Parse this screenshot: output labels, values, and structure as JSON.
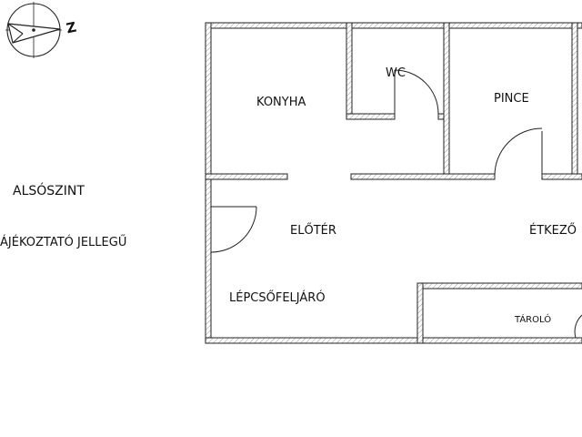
{
  "compass": {
    "letter": "Z",
    "icon": "north-arrow-icon"
  },
  "sheet": {
    "level_label": "ALSÓSZINT",
    "note_label": "ÁJÉKOZTATÓ JELLEGŰ"
  },
  "rooms": {
    "konyha": "KONYHA",
    "wc": "WC",
    "pince": "PINCE",
    "eloter": "ELŐTÉR",
    "etkezo": "ÉTKEZŐ",
    "lepcsofeljaro": "LÉPCSŐFELJÁRÓ",
    "tarolo": "TÁROLÓ"
  }
}
